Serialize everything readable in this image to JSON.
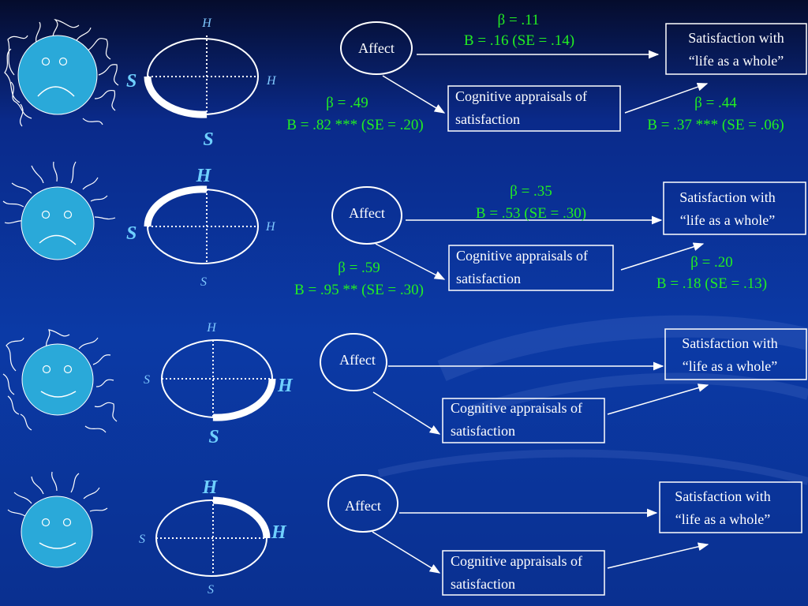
{
  "colors": {
    "face": "#2aa9d9",
    "label": "#6fd0ff",
    "coefficient": "#22ee22",
    "line": "#ffffff"
  },
  "panels": [
    {
      "face": "sad",
      "axis": {
        "top": "H",
        "right": "H",
        "left": "S",
        "bottom": "S"
      },
      "highlight": "bottom-left",
      "affect_label": "Affect",
      "appraisal_label_1": "Cognitive appraisals of",
      "appraisal_label_2": "satisfaction",
      "outcome_label_1": "Satisfaction with",
      "outcome_label_2": "“life as a whole”",
      "direct_beta": "β = .11",
      "direct_b": "B = .16  (SE = .14)",
      "affect_appraisal_beta": "β = .49",
      "affect_appraisal_b": "B = .82 *** (SE = .20)",
      "appraisal_outcome_beta": "β = .44",
      "appraisal_outcome_b": "B = .37 ***  (SE = .06)"
    },
    {
      "face": "sad",
      "axis": {
        "top": "H",
        "right": "H",
        "left": "S",
        "bottom": "S"
      },
      "highlight": "top-left",
      "affect_label": "Affect",
      "appraisal_label_1": "Cognitive appraisals of",
      "appraisal_label_2": "satisfaction",
      "outcome_label_1": "Satisfaction with",
      "outcome_label_2": "“life as a whole”",
      "direct_beta": "β = .35",
      "direct_b": "B = .53  (SE = .30)",
      "affect_appraisal_beta": "β = .59",
      "affect_appraisal_b": "B = .95 ** (SE = .30)",
      "appraisal_outcome_beta": "β = .20",
      "appraisal_outcome_b": "B = .18  (SE = .13)"
    },
    {
      "face": "happy",
      "axis": {
        "top": "H",
        "right": "H",
        "left": "S",
        "bottom": "S"
      },
      "highlight": "bottom-right",
      "affect_label": "Affect",
      "appraisal_label_1": "Cognitive appraisals of",
      "appraisal_label_2": "satisfaction",
      "outcome_label_1": "Satisfaction with",
      "outcome_label_2": "“life as a whole”"
    },
    {
      "face": "happy",
      "axis": {
        "top": "H",
        "right": "H",
        "left": "S",
        "bottom": "S"
      },
      "highlight": "top-right",
      "affect_label": "Affect",
      "appraisal_label_1": "Cognitive appraisals of",
      "appraisal_label_2": "satisfaction",
      "outcome_label_1": "Satisfaction with",
      "outcome_label_2": "“life as a whole”"
    }
  ]
}
